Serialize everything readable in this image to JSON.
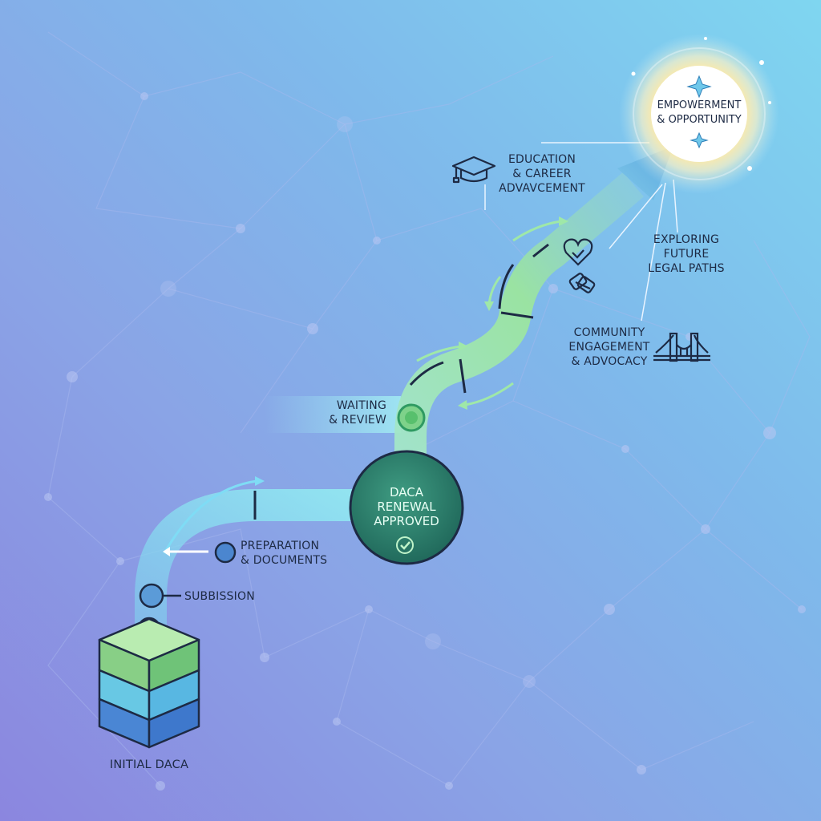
{
  "diagram": {
    "start": {
      "label": "INITIAL DACA"
    },
    "steps": [
      {
        "id": "submission",
        "label": "SUBBISSION"
      },
      {
        "id": "preparation",
        "label_lines": [
          "PREPARATION",
          "& DOCUMENTS"
        ]
      },
      {
        "id": "approved",
        "label_lines": [
          "DACA",
          "RENEWAL",
          "APPROVED"
        ]
      },
      {
        "id": "waiting",
        "label_lines": [
          "WAITING",
          "& REVIEW"
        ]
      }
    ],
    "outcomes": [
      {
        "id": "education",
        "label_lines": [
          "EDUCATION",
          "& CAREER",
          "ADVAVCEMENT"
        ],
        "icon": "graduation-cap-icon"
      },
      {
        "id": "legal",
        "label_lines": [
          "EXPLORING",
          "FUTURE",
          "LEGAL PATHS"
        ]
      },
      {
        "id": "community",
        "label_lines": [
          "COMMUNITY",
          "ENGAGEMENT",
          "& ADVOCACY"
        ],
        "icon": "bridge-icon"
      }
    ],
    "goal": {
      "label_lines": [
        "EMPOWERMENT",
        "& OPPORTUNITY"
      ]
    },
    "icons": [
      "heart-icon",
      "handshake-icon",
      "checkmark-icon",
      "star-icon"
    ]
  },
  "colors": {
    "path_green": "#9be3a6",
    "path_cyan": "#8fe0f2",
    "approved_circle": "#2f8a74",
    "node_blue": "#5b9bd8",
    "ink": "#1d2a44",
    "glow": "#fff1b8"
  }
}
